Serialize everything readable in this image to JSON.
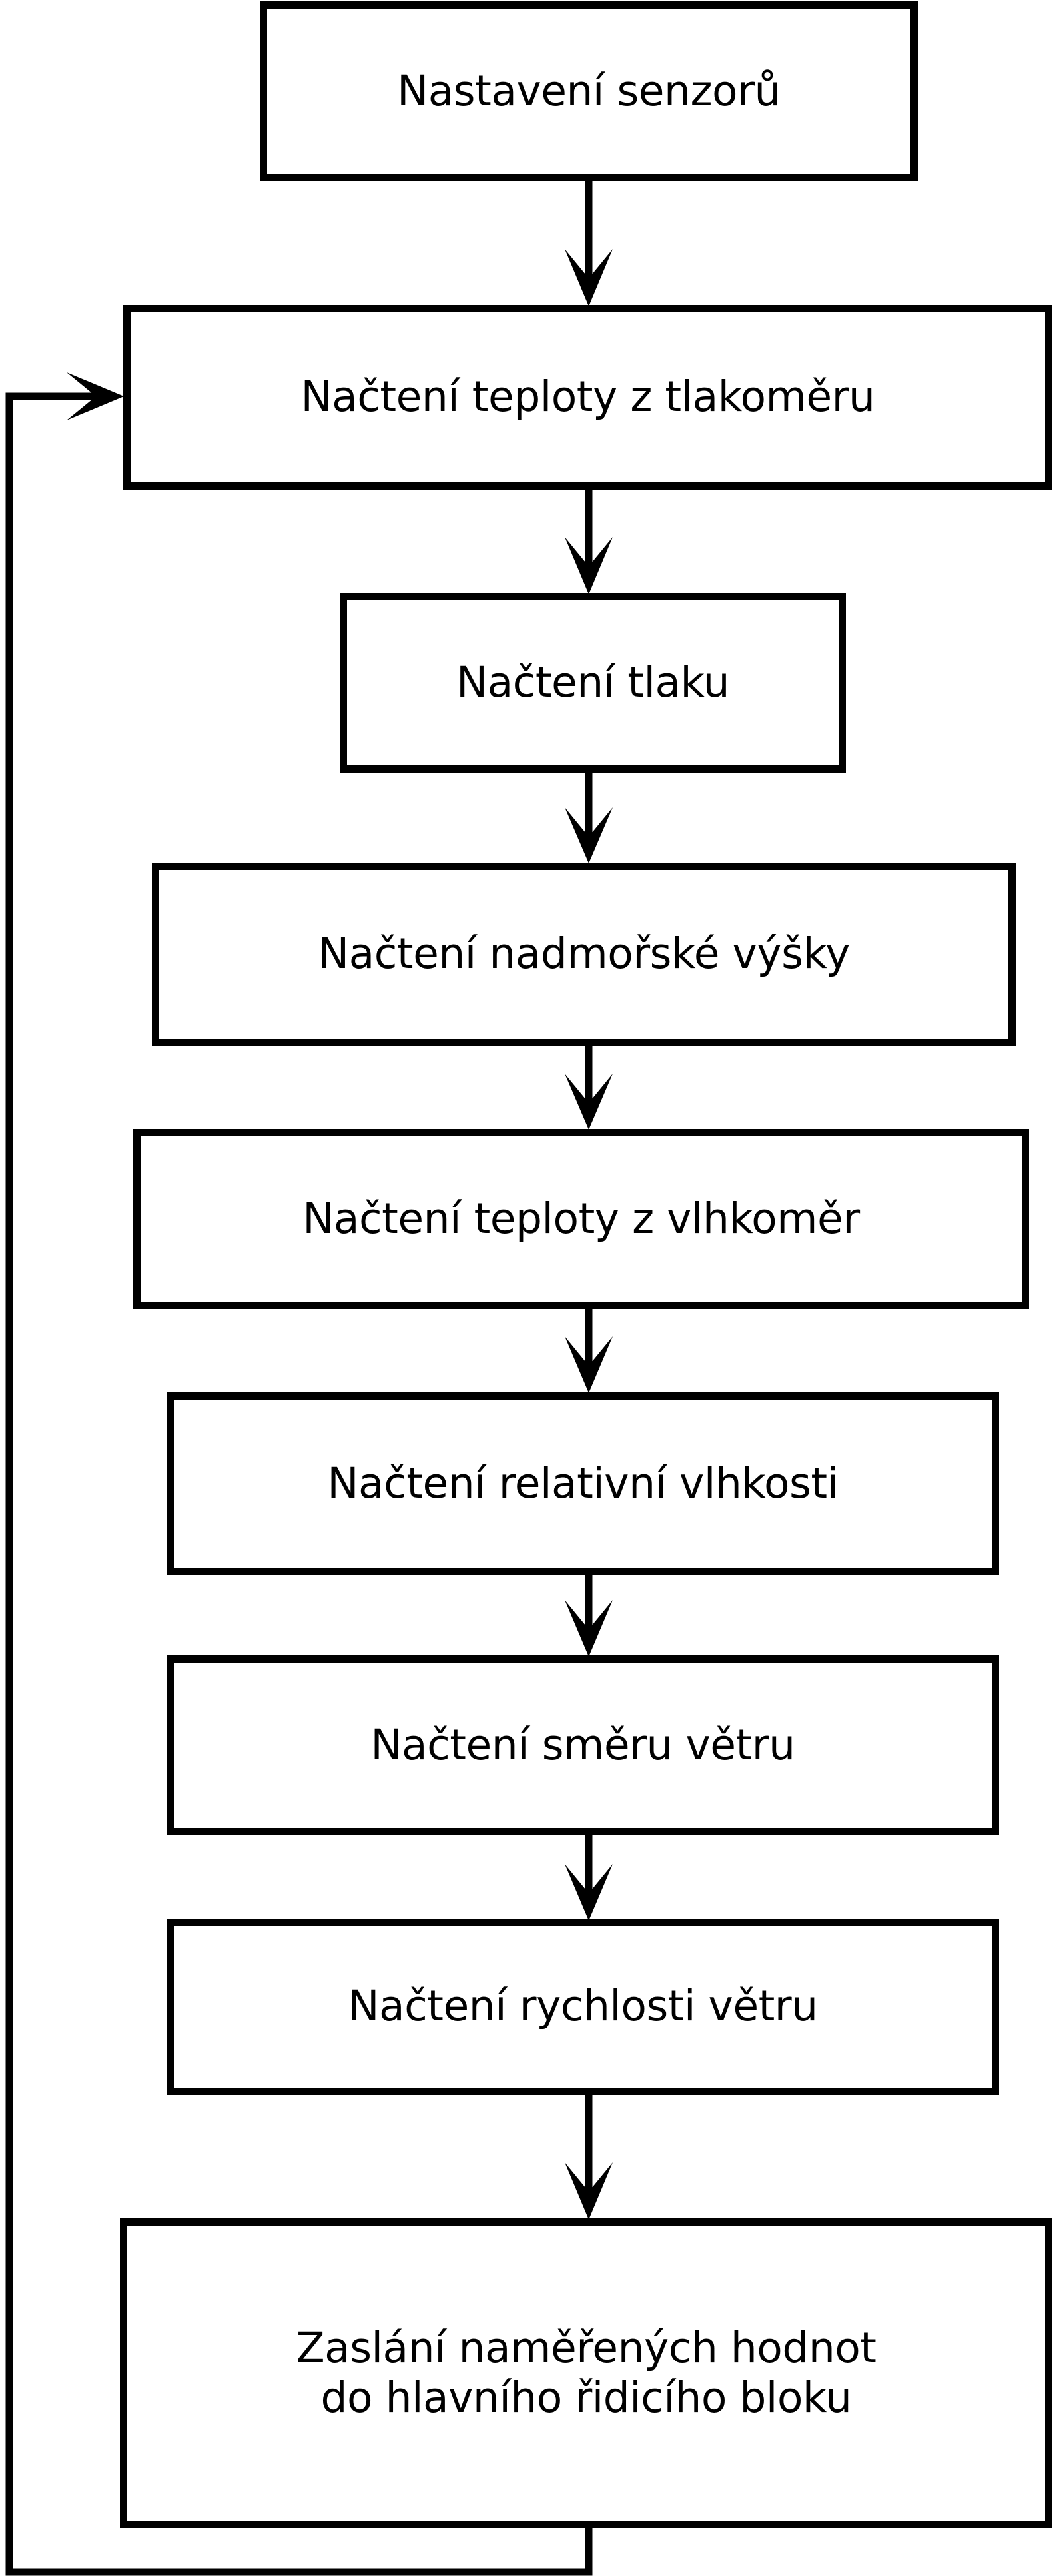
{
  "diagram": {
    "title": "Sensor reading loop flowchart",
    "language": "cs",
    "stroke_color": "#000000",
    "fill_color": "#ffffff",
    "nodes": [
      {
        "id": "n1",
        "label": "Nastavení senzorů"
      },
      {
        "id": "n2",
        "label": "Načtení teploty z tlakoměru"
      },
      {
        "id": "n3",
        "label": "Načtení tlaku"
      },
      {
        "id": "n4",
        "label": "Načtení nadmořské výšky"
      },
      {
        "id": "n5",
        "label": "Načtení teploty z vlhkoměr"
      },
      {
        "id": "n6",
        "label": "Načtení relativní vlhkosti"
      },
      {
        "id": "n7",
        "label": "Načtení směru větru"
      },
      {
        "id": "n8",
        "label": "Načtení rychlosti větru"
      },
      {
        "id": "n9",
        "label": "Zaslání naměřených hodnot\ndo hlavního řidicího bloku"
      }
    ],
    "edges": [
      {
        "from": "n1",
        "to": "n2",
        "kind": "down-arrow"
      },
      {
        "from": "n2",
        "to": "n3",
        "kind": "down-arrow"
      },
      {
        "from": "n3",
        "to": "n4",
        "kind": "down-arrow"
      },
      {
        "from": "n4",
        "to": "n5",
        "kind": "down-arrow"
      },
      {
        "from": "n5",
        "to": "n6",
        "kind": "down-arrow"
      },
      {
        "from": "n6",
        "to": "n7",
        "kind": "down-arrow"
      },
      {
        "from": "n7",
        "to": "n8",
        "kind": "down-arrow"
      },
      {
        "from": "n8",
        "to": "n9",
        "kind": "down-arrow"
      },
      {
        "from": "n9",
        "to": "n2",
        "kind": "loop-back-left-arrow"
      }
    ]
  }
}
